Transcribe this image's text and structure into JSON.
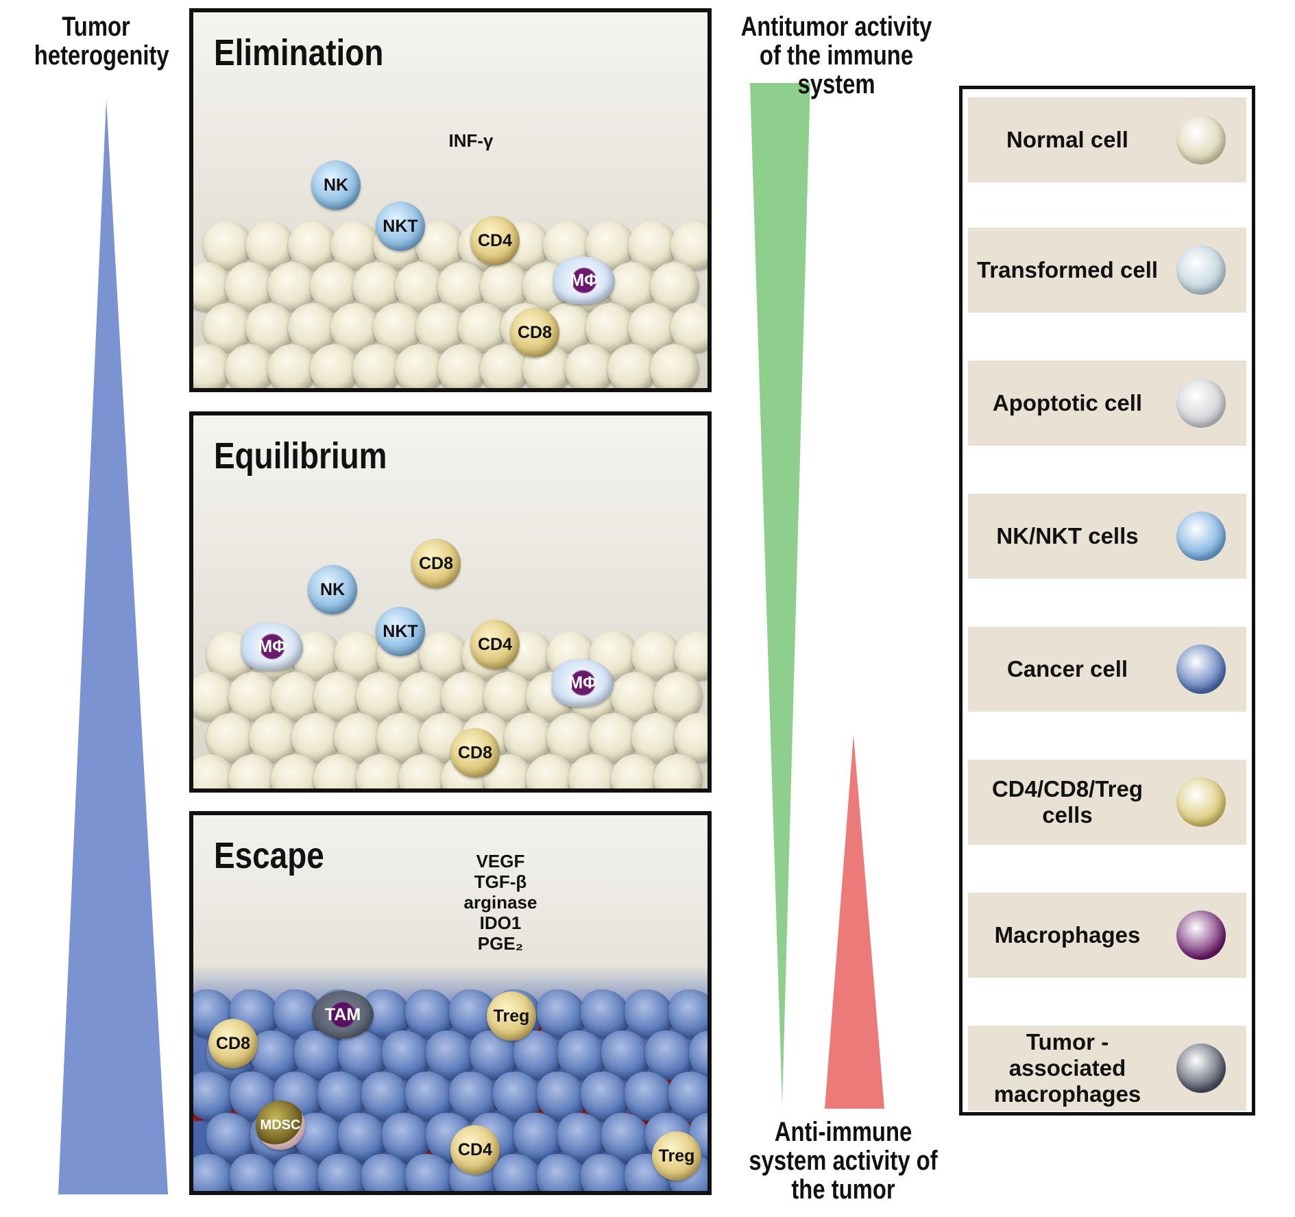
{
  "left_axis": {
    "title": "Tumor heterogenity",
    "color": "#7b93d1"
  },
  "top_axis": {
    "title": "Antitumor activity of the immune system",
    "color": "#8ecf8e"
  },
  "bottom_axis": {
    "title": "Anti-immune system activity of the tumor",
    "color": "#ec7a78"
  },
  "panels": [
    {
      "title": "Elimination",
      "cytokine": "INF-γ",
      "cells": [
        {
          "label": "NK",
          "type": "nk"
        },
        {
          "label": "NKT",
          "type": "nk"
        },
        {
          "label": "CD4",
          "type": "t"
        },
        {
          "label": "MΦ",
          "type": "mp"
        },
        {
          "label": "CD8",
          "type": "t"
        }
      ]
    },
    {
      "title": "Equilibrium",
      "cells": [
        {
          "label": "CD8",
          "type": "t"
        },
        {
          "label": "NK",
          "type": "nk"
        },
        {
          "label": "NKT",
          "type": "nk"
        },
        {
          "label": "CD4",
          "type": "t"
        },
        {
          "label": "MΦ",
          "type": "mp"
        },
        {
          "label": "MΦ",
          "type": "mp"
        },
        {
          "label": "CD8",
          "type": "t"
        }
      ]
    },
    {
      "title": "Escape",
      "factors": [
        "VEGF",
        "TGF-β",
        "arginase",
        "IDO1",
        "PGE₂"
      ],
      "cells": [
        {
          "label": "TAM",
          "type": "tam"
        },
        {
          "label": "Treg",
          "type": "t"
        },
        {
          "label": "CD8",
          "type": "t"
        },
        {
          "label": "MDSC",
          "type": "md"
        },
        {
          "label": "CD4",
          "type": "t"
        },
        {
          "label": "Treg",
          "type": "t"
        }
      ]
    }
  ],
  "legend": [
    {
      "label": "Normal cell",
      "color": "#d9d3b0"
    },
    {
      "label": "Transformed cell",
      "color": "#b9cfd8"
    },
    {
      "label": "Apoptotic cell",
      "color": "#c9ccd0"
    },
    {
      "label": "NK/NKT cells",
      "color": "#6fa8dc"
    },
    {
      "label": "Cancer cell",
      "color": "#4d6fb3"
    },
    {
      "label": "CD4/CD8/Treg cells",
      "color": "#d8c56a"
    },
    {
      "label": "Macrophages",
      "color": "#6a1a6a"
    },
    {
      "label": "Tumor -associated macrophages",
      "color": "#4b5262"
    }
  ]
}
